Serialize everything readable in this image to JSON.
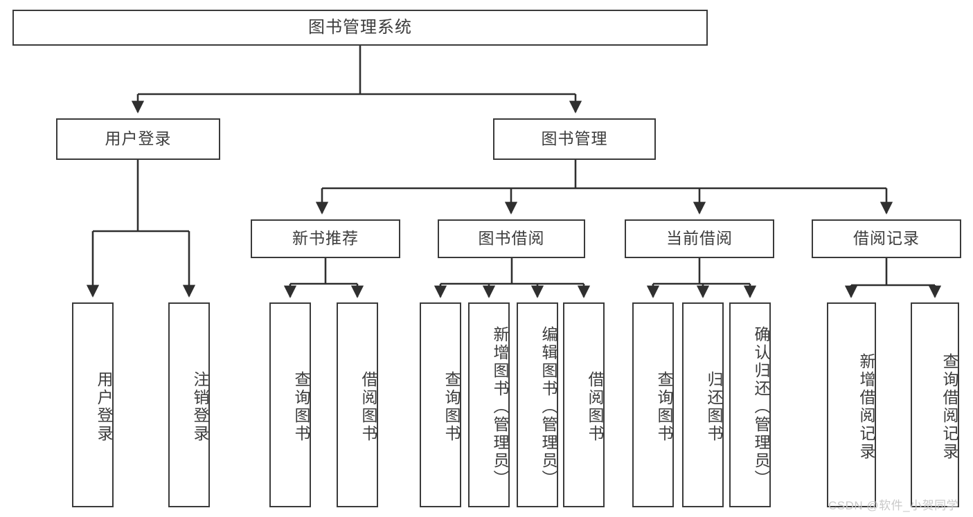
{
  "diagram": {
    "type": "tree-hierarchy",
    "title": "图书管理系统",
    "orientation": "top-down",
    "root": {
      "label": "图书管理系统"
    },
    "level2": [
      {
        "label": "用户登录"
      },
      {
        "label": "图书管理"
      }
    ],
    "level3": [
      {
        "label": "新书推荐"
      },
      {
        "label": "图书借阅"
      },
      {
        "label": "当前借阅"
      },
      {
        "label": "借阅记录"
      }
    ],
    "leaves": {
      "user_login": [
        {
          "label": "用户登录"
        },
        {
          "label": "注销登录"
        }
      ],
      "new_book_recommend": [
        {
          "label": "查询图书"
        },
        {
          "label": "借阅图书"
        }
      ],
      "book_borrow": [
        {
          "label": "查询图书"
        },
        {
          "label": "新增图书（管理员）"
        },
        {
          "label": "编辑图书（管理员）"
        },
        {
          "label": "借阅图书"
        }
      ],
      "current_borrow": [
        {
          "label": "查询图书"
        },
        {
          "label": "归还图书"
        },
        {
          "label": "确认归还（管理员）"
        }
      ],
      "borrow_record": [
        {
          "label": "新增借阅记录"
        },
        {
          "label": "查询借阅记录"
        }
      ]
    }
  },
  "watermark": {
    "text": "CSDN @软件_小贺同学"
  },
  "colors": {
    "stroke": "#3a3a3a",
    "text": "#3c3c3c",
    "background": "#ffffff",
    "watermark": "#c9c9c9"
  }
}
